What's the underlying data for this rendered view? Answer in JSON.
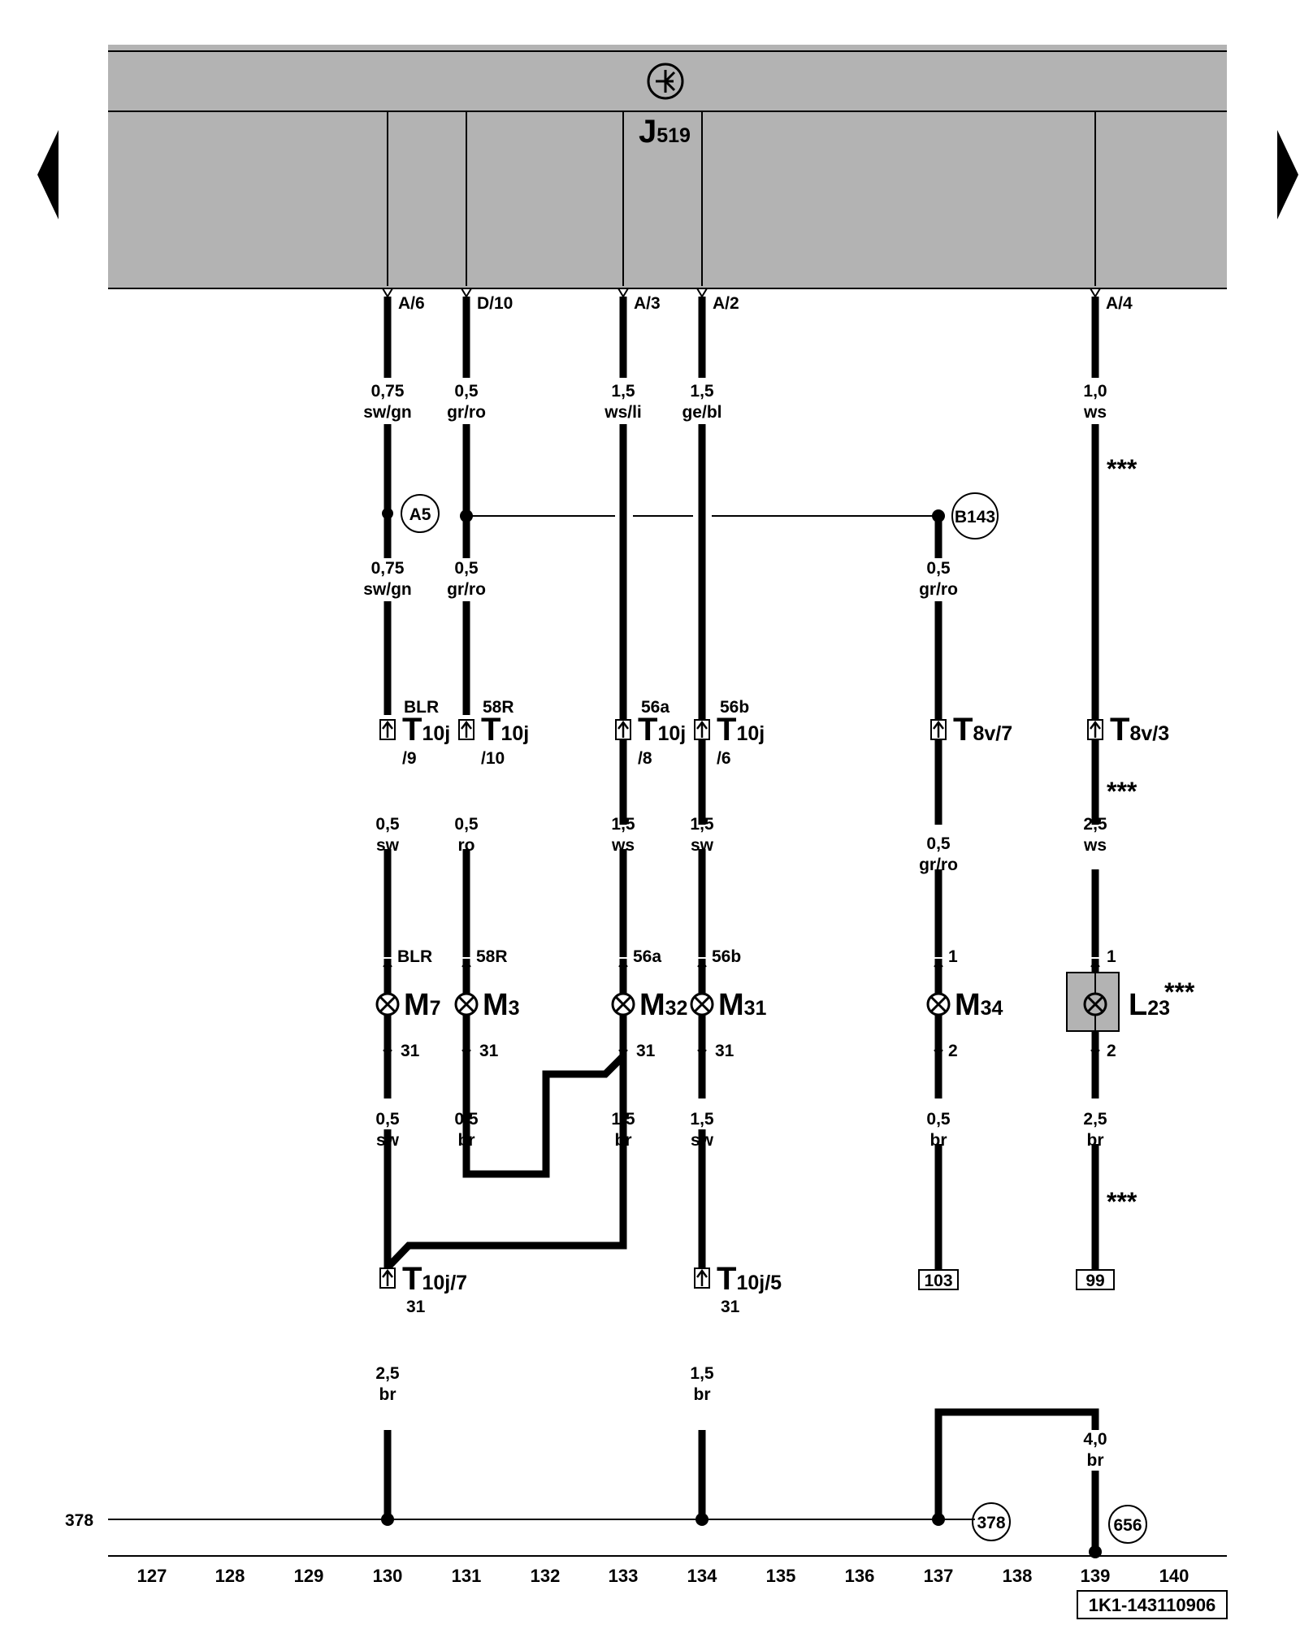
{
  "control_unit": {
    "name": "J",
    "sub": "519",
    "symbol": "electronic-control-unit-icon"
  },
  "nav": {
    "prev": "◀",
    "next": "▶"
  },
  "pins": [
    {
      "id": "p1",
      "label": "A/6"
    },
    {
      "id": "p2",
      "label": "D/10"
    },
    {
      "id": "p3",
      "label": "A/3"
    },
    {
      "id": "p4",
      "label": "A/2"
    },
    {
      "id": "p5",
      "label": "A/4"
    }
  ],
  "wires": [
    {
      "id": "w1a",
      "gauge": "0,75",
      "color": "sw/gn"
    },
    {
      "id": "w2a",
      "gauge": "0,5",
      "color": "gr/ro"
    },
    {
      "id": "w3a",
      "gauge": "1,5",
      "color": "ws/li"
    },
    {
      "id": "w4a",
      "gauge": "1,5",
      "color": "ge/bl"
    },
    {
      "id": "w5a",
      "gauge": "1,0",
      "color": "ws"
    },
    {
      "id": "w1b",
      "gauge": "0,75",
      "color": "sw/gn"
    },
    {
      "id": "w2b",
      "gauge": "0,5",
      "color": "gr/ro"
    },
    {
      "id": "w6a",
      "gauge": "0,5",
      "color": "gr/ro"
    },
    {
      "id": "w1c",
      "gauge": "0,5",
      "color": "sw"
    },
    {
      "id": "w2c",
      "gauge": "0,5",
      "color": "ro"
    },
    {
      "id": "w3c",
      "gauge": "1,5",
      "color": "ws"
    },
    {
      "id": "w4c",
      "gauge": "1,5",
      "color": "sw"
    },
    {
      "id": "w6b",
      "gauge": "0,5",
      "color": "gr/ro"
    },
    {
      "id": "w5c",
      "gauge": "2,5",
      "color": "ws"
    },
    {
      "id": "w1d",
      "gauge": "0,5",
      "color": "sw"
    },
    {
      "id": "w2d",
      "gauge": "0,5",
      "color": "br"
    },
    {
      "id": "w3d",
      "gauge": "1,5",
      "color": "br"
    },
    {
      "id": "w4d",
      "gauge": "1,5",
      "color": "sw"
    },
    {
      "id": "w6c",
      "gauge": "0,5",
      "color": "br"
    },
    {
      "id": "w5d",
      "gauge": "2,5",
      "color": "br"
    },
    {
      "id": "w1e",
      "gauge": "2,5",
      "color": "br"
    },
    {
      "id": "w4e",
      "gauge": "1,5",
      "color": "br"
    },
    {
      "id": "w7",
      "gauge": "4,0",
      "color": "br"
    }
  ],
  "junctions": [
    {
      "id": "A5",
      "label": "A5"
    },
    {
      "id": "B143",
      "label": "B143"
    },
    {
      "id": "c378",
      "label": "378"
    },
    {
      "id": "c656",
      "label": "656"
    }
  ],
  "connectors": [
    {
      "id": "t1",
      "name": "T",
      "sub": "10j",
      "top": "BLR",
      "pin": "/9"
    },
    {
      "id": "t2",
      "name": "T",
      "sub": "10j",
      "top": "58R",
      "pin": "/10"
    },
    {
      "id": "t3",
      "name": "T",
      "sub": "10j",
      "top": "56a",
      "pin": "/8"
    },
    {
      "id": "t4",
      "name": "T",
      "sub": "10j",
      "top": "56b",
      "pin": "/6"
    },
    {
      "id": "t6",
      "name": "T",
      "sub": "8v/7",
      "top": "",
      "pin": ""
    },
    {
      "id": "t5",
      "name": "T",
      "sub": "8v/3",
      "top": "",
      "pin": ""
    },
    {
      "id": "t7",
      "name": "T",
      "sub": "10j/7",
      "top": "",
      "pin": "31"
    },
    {
      "id": "t8",
      "name": "T",
      "sub": "10j/5",
      "top": "",
      "pin": "31"
    }
  ],
  "lamps": [
    {
      "id": "m7",
      "name": "M",
      "sub": "7",
      "top": "BLR",
      "bottom": "31",
      "boxed": false,
      "note": ""
    },
    {
      "id": "m3",
      "name": "M",
      "sub": "3",
      "top": "58R",
      "bottom": "31",
      "boxed": false,
      "note": ""
    },
    {
      "id": "m32",
      "name": "M",
      "sub": "32",
      "top": "56a",
      "bottom": "31",
      "boxed": false,
      "note": ""
    },
    {
      "id": "m31",
      "name": "M",
      "sub": "31",
      "top": "56b",
      "bottom": "31",
      "boxed": false,
      "note": ""
    },
    {
      "id": "m34",
      "name": "M",
      "sub": "34",
      "top": "1",
      "bottom": "2",
      "boxed": false,
      "note": ""
    },
    {
      "id": "l23",
      "name": "L",
      "sub": "23",
      "top": "1",
      "bottom": "2",
      "boxed": true,
      "note": "***"
    }
  ],
  "footnote_marks": [
    "***",
    "***",
    "***"
  ],
  "references": [
    {
      "id": "r103",
      "label": "103"
    },
    {
      "id": "r99",
      "label": "99"
    }
  ],
  "ground_line": {
    "label": "378"
  },
  "columns": [
    "127",
    "128",
    "129",
    "130",
    "131",
    "132",
    "133",
    "134",
    "135",
    "136",
    "137",
    "138",
    "139",
    "140"
  ],
  "diagram_code": "1K1-143110906",
  "colors": {
    "panel": "#b3b3b3",
    "line": "#000000",
    "lamp_box": "#b3b3b3"
  }
}
